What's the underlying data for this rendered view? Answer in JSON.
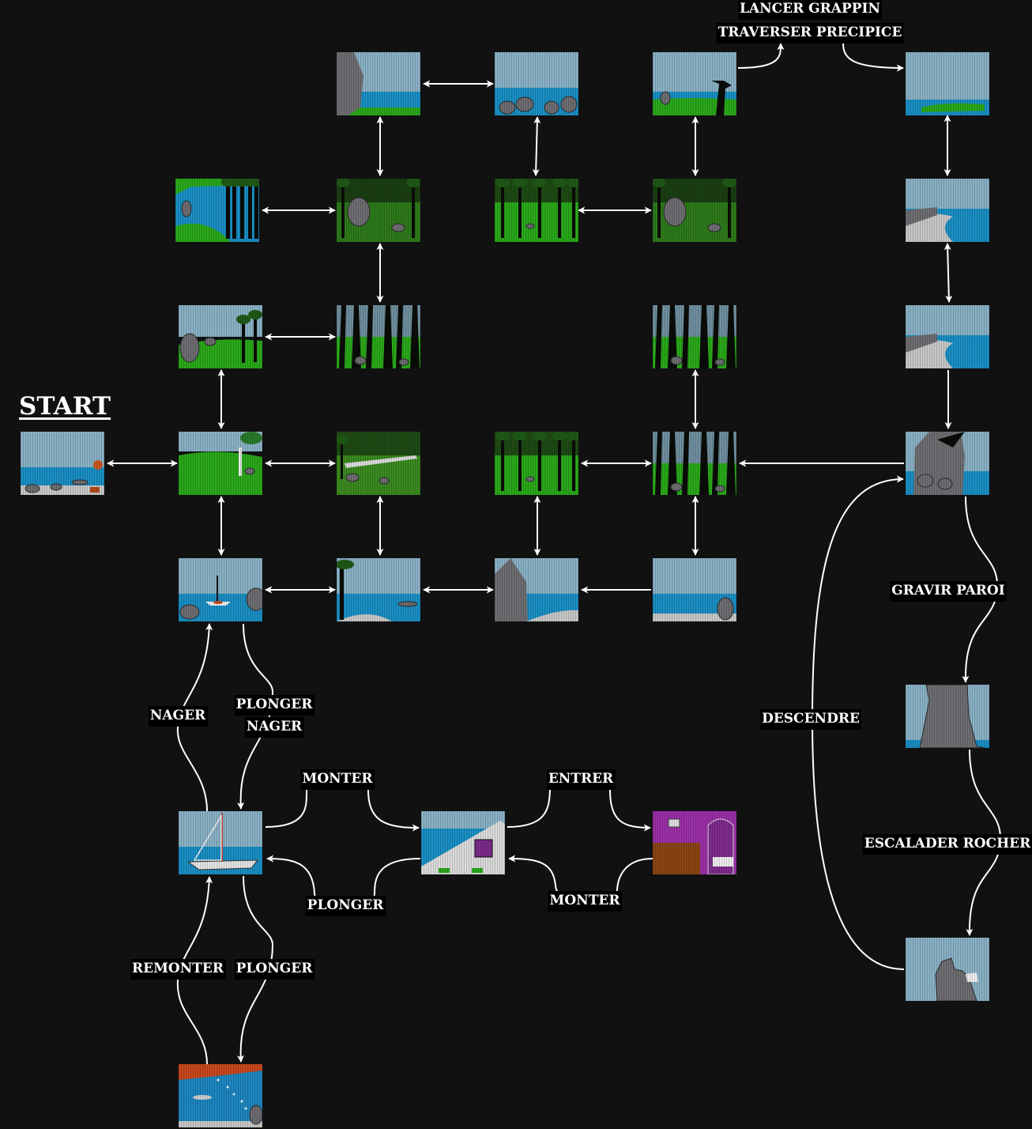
{
  "diagram": {
    "start_label": "START",
    "colors": {
      "background": "#111112",
      "edge": "#ffffff",
      "label_bg": "#000000",
      "label_fg": "#ffffff",
      "sky": "#8ab2c6",
      "sea": "#1a8fc4",
      "grass": "#2aa81a",
      "rock": "#6e6e72",
      "tree": "#0a0c08",
      "sand": "#c8c8c8",
      "purple": "#9b2fa8",
      "wood": "#8b4513"
    },
    "nodes": [
      {
        "id": "start-beach",
        "kind": "beach-rocks"
      },
      {
        "id": "meadow-tree",
        "kind": "meadow"
      },
      {
        "id": "forest-clearing",
        "kind": "forest-light"
      },
      {
        "id": "forest-east",
        "kind": "forest"
      },
      {
        "id": "forest-junction",
        "kind": "forest-dark"
      },
      {
        "id": "cliff-base",
        "kind": "cliff"
      },
      {
        "id": "rocky-meadow",
        "kind": "rock-meadow"
      },
      {
        "id": "forest-path",
        "kind": "forest-dark"
      },
      {
        "id": "dark-forest",
        "kind": "forest-dark"
      },
      {
        "id": "lagoon-view",
        "kind": "lagoon"
      },
      {
        "id": "forest-boulder",
        "kind": "forest-boulder"
      },
      {
        "id": "forest-grove",
        "kind": "forest"
      },
      {
        "id": "forest-rocks",
        "kind": "forest-boulder"
      },
      {
        "id": "bay-view",
        "kind": "bay"
      },
      {
        "id": "rocky-point",
        "kind": "rocky-point"
      },
      {
        "id": "ocean-view",
        "kind": "sea-rocks"
      },
      {
        "id": "cliff-edge",
        "kind": "cliff-edge"
      },
      {
        "id": "far-cliff",
        "kind": "far-cliff"
      },
      {
        "id": "bay-overlook",
        "kind": "bay"
      },
      {
        "id": "bay-beach",
        "kind": "bay-beach"
      },
      {
        "id": "boat-anchor",
        "kind": "anchored-boat"
      },
      {
        "id": "shore-palm",
        "kind": "shore"
      },
      {
        "id": "rock-cove",
        "kind": "rock-cove"
      },
      {
        "id": "open-sea",
        "kind": "sea-rock-small"
      },
      {
        "id": "sailboat",
        "kind": "sailboat"
      },
      {
        "id": "boat-deck",
        "kind": "deck"
      },
      {
        "id": "cabin",
        "kind": "cabin"
      },
      {
        "id": "cliff-wall",
        "kind": "wall"
      },
      {
        "id": "rock-summit",
        "kind": "summit"
      },
      {
        "id": "seabed",
        "kind": "seabed"
      }
    ],
    "edge_labels": [
      {
        "id": "label-lancer",
        "text": "LANCER GRAPPIN"
      },
      {
        "id": "label-traverser",
        "text": "TRAVERSER PRECIPICE"
      },
      {
        "id": "label-gravir",
        "text": "GRAVIR PAROI"
      },
      {
        "id": "label-descendre",
        "text": "DESCENDRE"
      },
      {
        "id": "label-nager",
        "text": "NAGER"
      },
      {
        "id": "label-plonger-1",
        "text": "PLONGER"
      },
      {
        "id": "label-nager-2",
        "text": "NAGER"
      },
      {
        "id": "label-monter-1",
        "text": "MONTER"
      },
      {
        "id": "label-entrer",
        "text": "ENTRER"
      },
      {
        "id": "label-escalader",
        "text": "ESCALADER ROCHER"
      },
      {
        "id": "label-plonger-2",
        "text": "PLONGER"
      },
      {
        "id": "label-monter-2",
        "text": "MONTER"
      },
      {
        "id": "label-remonter",
        "text": "REMONTER"
      },
      {
        "id": "label-plonger-3",
        "text": "PLONGER"
      }
    ]
  }
}
